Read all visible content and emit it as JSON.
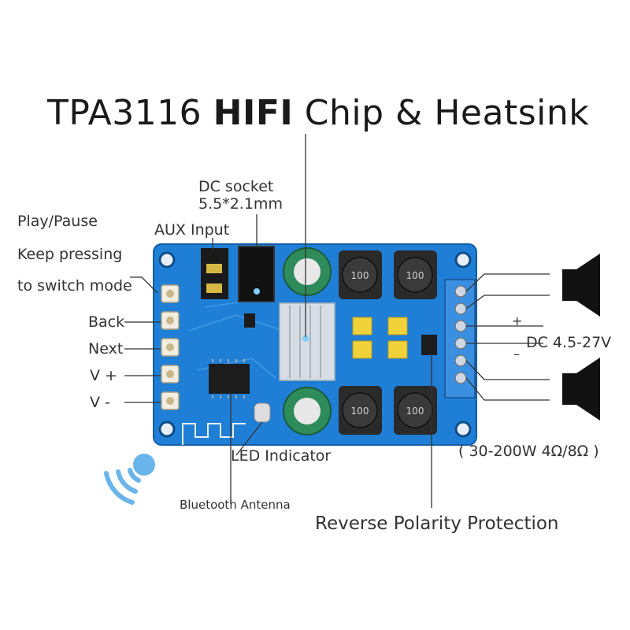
{
  "title": {
    "prefix": "TPA3116",
    "bold": "HIFI",
    "suffix": "Chip & Heatsink"
  },
  "labels": {
    "play_pause": "Play/Pause",
    "keep_pressing": "Keep pressing",
    "switch_mode": "to switch mode",
    "back": "Back",
    "next": "Next",
    "v_plus": "V  +",
    "v_minus": "V  -",
    "dc_socket": "DC socket",
    "dc_socket_size": "5.5*2.1mm",
    "aux_input": "AUX Input",
    "led_indicator": "LED Indicator",
    "bluetooth_antenna": "Bluetooth Antenna",
    "reverse_polarity": "Reverse Polarity Protection",
    "dc_range": "DC 4.5-27V",
    "plus": "+",
    "minus": "–",
    "power_spec": "( 30-200W 4Ω/8Ω )",
    "inductor_code": "100"
  },
  "colors": {
    "pcb": "#1f7fd6",
    "heatsink": "#d7dde4",
    "inductor": "#2a2a2a",
    "terminal": "#3a8fe0",
    "bt": "#6ab4ec"
  }
}
